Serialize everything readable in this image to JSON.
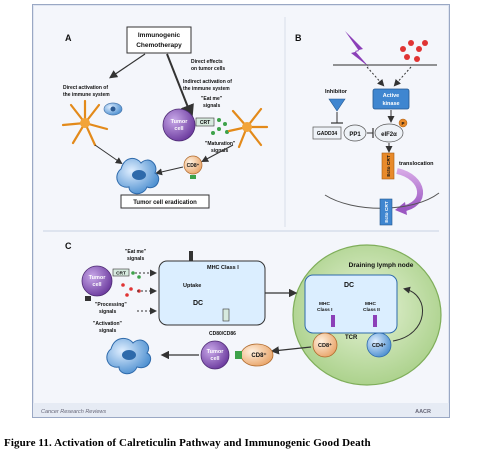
{
  "panels": {
    "a": {
      "letter": "A",
      "chemo": [
        "Immunogenic",
        "Chemotherapy"
      ],
      "direct_tumor": [
        "Direct effects",
        "on tumor cells"
      ],
      "direct_immune": [
        "Direct activation of",
        "the immune system"
      ],
      "indirect_immune": [
        "Indirect activation of",
        "the immune system"
      ],
      "eat_me": [
        "\"Eat me\"",
        "signals"
      ],
      "tumor": [
        "Tumor",
        "cell"
      ],
      "crt": "CRT",
      "maturation": [
        "\"Maturation\"",
        "signals"
      ],
      "cd8": "CD8⁺",
      "eradication": "Tumor cell eradication"
    },
    "b": {
      "letter": "B",
      "active_kinase": [
        "Active",
        "kinase"
      ],
      "inhibitor": "Inhibitor",
      "gadd34": "GADD34",
      "pp1": "PP1",
      "p": "P",
      "eif2a": "eIF2α",
      "ecto_crt": "Ecto CRT",
      "translocation": "translocation"
    },
    "c": {
      "letter": "C",
      "eat_me": [
        "\"Eat me\"",
        "signals"
      ],
      "tumor": [
        "Tumor",
        "cell"
      ],
      "crt": "CRT",
      "mhc1": "MHC Class I",
      "uptake": "Uptake",
      "dc": "DC",
      "processing": [
        "\"Processing\"",
        "signals"
      ],
      "activation": [
        "\"Activation\"",
        "signals"
      ],
      "cd80": "CD80/CD86",
      "lymph": "Draining lymph node",
      "dc2": "DC",
      "mhc_left": [
        "MHC",
        "Class I"
      ],
      "mhc_right": [
        "MHC",
        "Class II"
      ],
      "tcr": "TCR",
      "cd8": "CD8⁺",
      "cd4": "CD4⁺",
      "tumor2": [
        "Tumor",
        "cell"
      ],
      "cd8_bottom": "CD8⁺"
    },
    "credits": {
      "journal": "Cancer Research Reviews",
      "logo": "AACR"
    }
  },
  "caption": "Figure 11. Activation  of Calreticulin Pathway  and Immunogenic  Good  Death"
}
